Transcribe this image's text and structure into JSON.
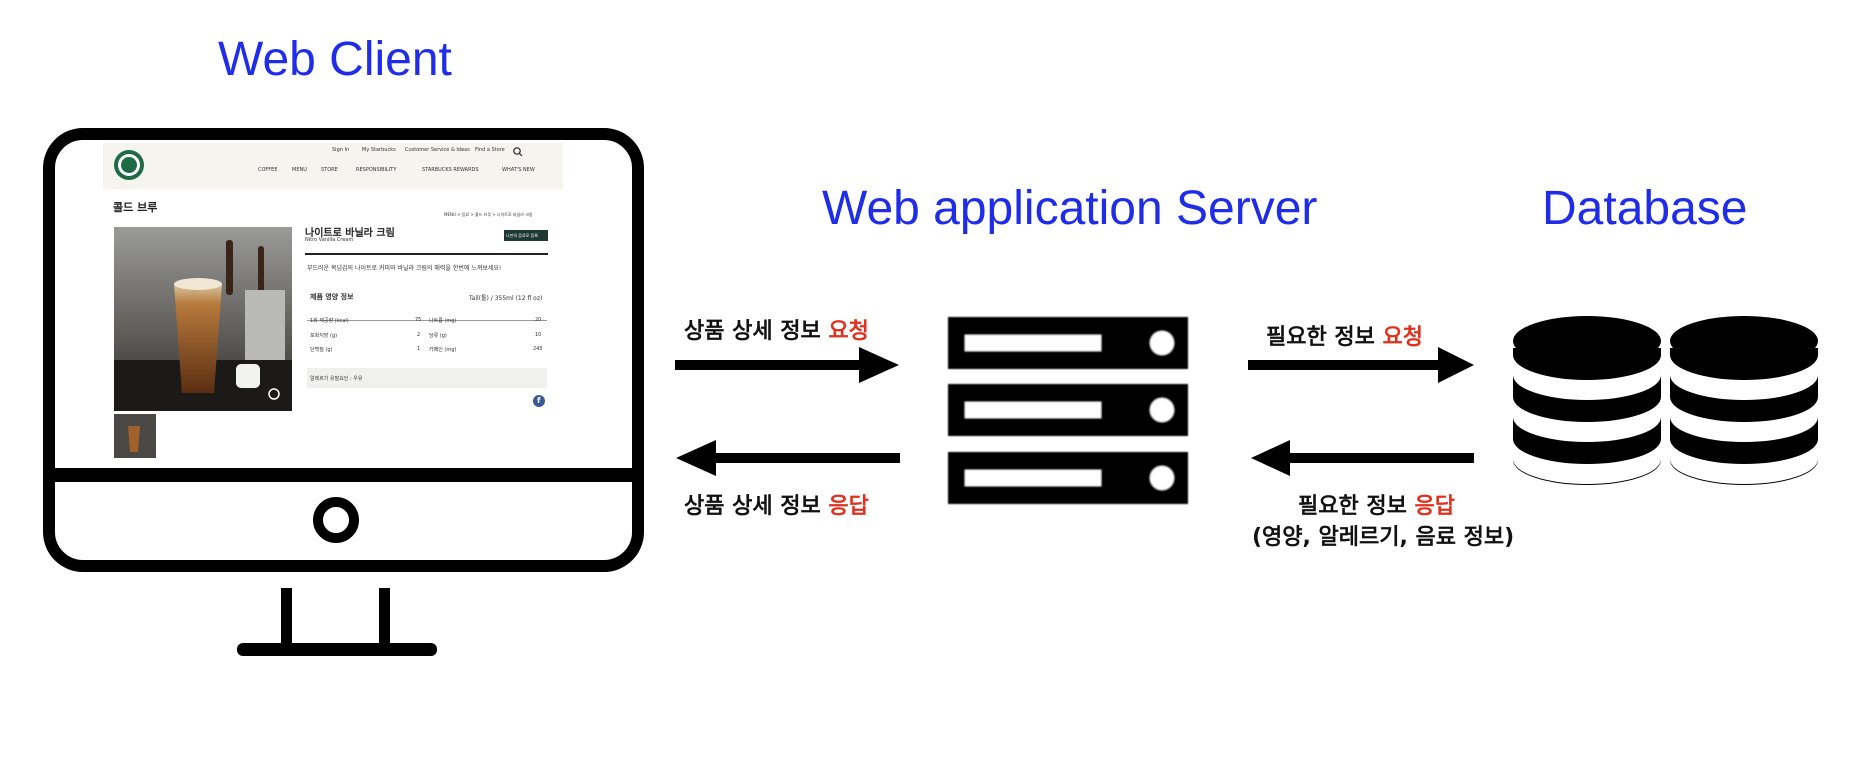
{
  "headings": {
    "client": "Web Client",
    "server": "Web application Server",
    "database": "Database"
  },
  "labels": {
    "client_request": {
      "prefix": "상품 상세 정보 ",
      "accent": "요청"
    },
    "client_response": {
      "prefix": "상품 상세 정보 ",
      "accent": "응답"
    },
    "db_request": {
      "prefix": "필요한 정보 ",
      "accent": "요청"
    },
    "db_response": {
      "prefix": "필요한 정보 ",
      "accent": "응답"
    },
    "db_response_detail": "(영양, 알레르기, 음료 정보)"
  },
  "site": {
    "top_links": [
      "Sign In",
      "My Starbucks",
      "Customer Service & Ideas",
      "Find a Store"
    ],
    "nav": [
      "COFFEE",
      "MENU",
      "STORE",
      "RESPONSIBILITY",
      "STARBUCKS REWARDS",
      "WHAT'S NEW"
    ],
    "category": "콜드 브루",
    "breadcrumb": "MENU > 음료 > 콜드 브루 > 나이트로 바닐라 크림",
    "product_name": "나이트로 바닐라 크림",
    "product_name_en": "Nitro Vanilla Cream",
    "badge": "나만의 음료로 등록",
    "description": "부드러운 목넘김의 나이트로 커피와 바닐라 크림의 매력을 한번에 느껴보세요!",
    "nutrition_title": "제품 영양 정보",
    "serving": "Tall(톨) / 355ml (12 fl oz)",
    "nutrition_rows": [
      {
        "a": "1회 제공량 (kcal)",
        "av": "75",
        "b": "나트륨 (mg)",
        "bv": "20"
      },
      {
        "a": "포화지방 (g)",
        "av": "2",
        "b": "당류 (g)",
        "bv": "10"
      },
      {
        "a": "단백질 (g)",
        "av": "1",
        "b": "카페인 (mg)",
        "bv": "245"
      }
    ],
    "allergy": "알레르기 유발요인 : 우유",
    "social_icon": "f"
  },
  "colors": {
    "heading_blue": "#1f2de8",
    "accent_red": "#e0321e",
    "starbucks_green": "#1e3932"
  }
}
